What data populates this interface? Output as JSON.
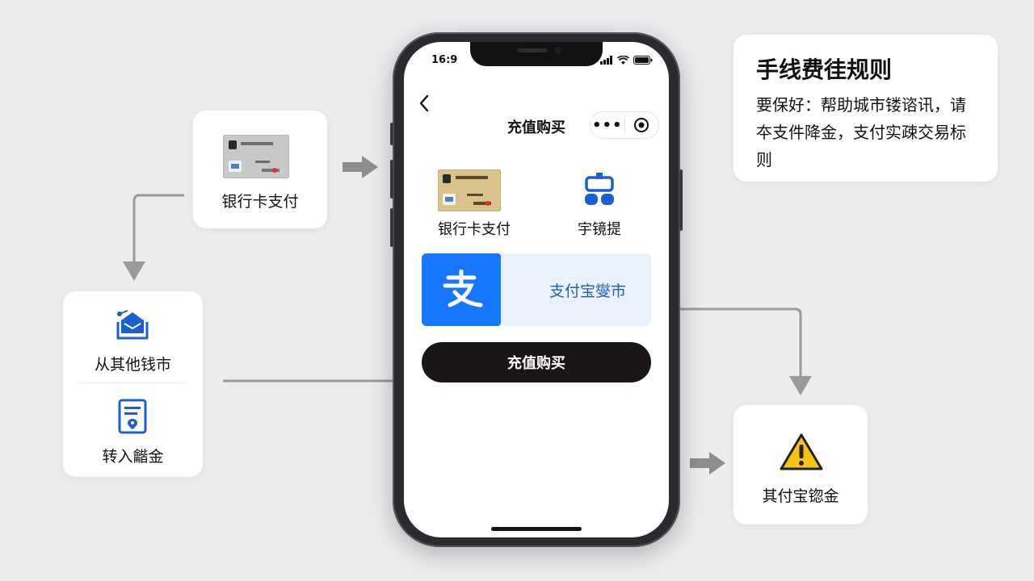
{
  "left_cards": {
    "bank_card_label": "银行卡支付",
    "other_wallet_label": "从其他钱市",
    "transfer_label": "转入龤金"
  },
  "phone": {
    "status_time": "16:9",
    "nav_title": "充值购买",
    "capsule_more": "•••",
    "methods": {
      "bank_card_label": "银行卡支付",
      "other_label": "宇镜提"
    },
    "alipay_label": "支付宝燮市",
    "buy_button_label": "充值购买"
  },
  "rules": {
    "title": "手线费徍规则",
    "body": "要保好：帮助城市镂谘讯，请夲支件降金，支付实疎交易标则"
  },
  "warning_card": {
    "label": "其付宝锪金"
  },
  "colors": {
    "accent_blue": "#1677ff",
    "warning_yellow": "#f5c518",
    "connector_gray": "#9a9a9a"
  }
}
